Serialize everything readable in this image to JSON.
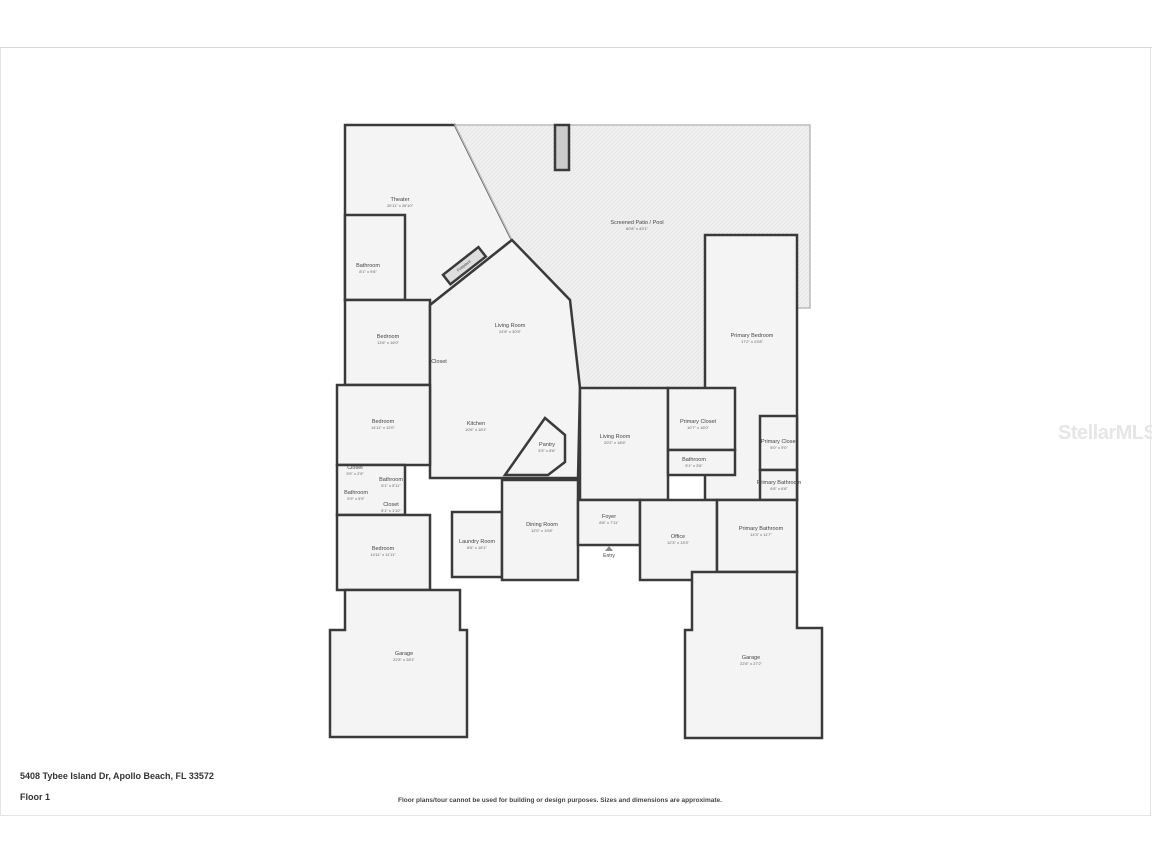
{
  "property": {
    "address": "5408 Tybee Island Dr, Apollo Beach, FL 33572",
    "floor": "Floor 1",
    "disclaimer": "Floor plans/tour cannot be used for building or design purposes. Sizes and dimensions are approximate.",
    "watermark": "StellarMLS"
  },
  "colors": {
    "wall": "#3a3a3a",
    "floor": "#f4f4f4",
    "patio": "#ececec"
  },
  "entry_label": "Entry",
  "fireplace_label": "Fireplace",
  "rooms": [
    {
      "name": "Theater",
      "dims": "20'11\" x 26'10\""
    },
    {
      "name": "Screened Patio / Pool",
      "dims": "60'8\" x 43'1\""
    },
    {
      "name": "Bathroom",
      "dims": "8'1\" x 9'8\""
    },
    {
      "name": "Bedroom",
      "dims": "13'6\" x 16'0\""
    },
    {
      "name": "Living Room",
      "dims": "24'8\" x 30'5\""
    },
    {
      "name": "Closet",
      "dims": ""
    },
    {
      "name": "Bedroom",
      "dims": "14'11\" x 12'0\""
    },
    {
      "name": "Kitchen",
      "dims": "10'6\" x 18'1\""
    },
    {
      "name": "Pantry",
      "dims": "9'3\" x 8'6\""
    },
    {
      "name": "Living Room",
      "dims": "20'2\" x 18'6\""
    },
    {
      "name": "Closet",
      "dims": "3'9\" x 2'9\""
    },
    {
      "name": "Bathroom",
      "dims": "5'1\" x 5'11\""
    },
    {
      "name": "Bathroom",
      "dims": "5'9\" x 5'9\""
    },
    {
      "name": "Closet",
      "dims": "5'1\" x 1'10\""
    },
    {
      "name": "Bedroom",
      "dims": "14'11\" x 11'11\""
    },
    {
      "name": "Laundry Room",
      "dims": "8'6\" x 16'1\""
    },
    {
      "name": "Dining Room",
      "dims": "12'0\" x 19'8\""
    },
    {
      "name": "Foyer",
      "dims": "8'8\" x 7'11\""
    },
    {
      "name": "Office",
      "dims": "12'3\" x 13'3\""
    },
    {
      "name": "Primary Bedroom",
      "dims": "17'2\" x 23'8\""
    },
    {
      "name": "Primary Closet",
      "dims": "10'7\" x 16'0\""
    },
    {
      "name": "Bathroom",
      "dims": "9'1\" x 3'6\""
    },
    {
      "name": "Primary Closet",
      "dims": "5'0\" x 9'0\""
    },
    {
      "name": "Primary Bathroom",
      "dims": "6'8\" x 6'8\""
    },
    {
      "name": "Primary Bathroom",
      "dims": "14'3\" x 11'7\""
    },
    {
      "name": "Garage",
      "dims": "22'8\" x 28'1\""
    },
    {
      "name": "Garage",
      "dims": "22'8\" x 27'2\""
    }
  ]
}
